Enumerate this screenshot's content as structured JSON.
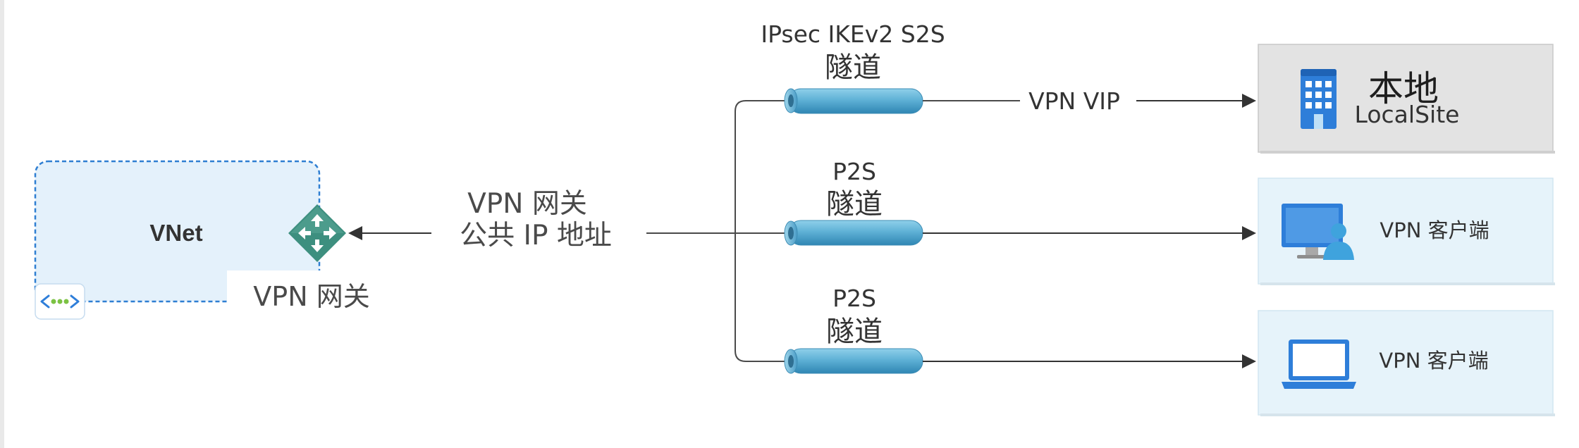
{
  "diagram": {
    "vnet": {
      "label": "VNet",
      "fill": "#e4f1fb",
      "border": "#2f7fd2"
    },
    "gateway": {
      "label": "VPN 网关",
      "icon": "gateway-arrows-icon",
      "color": "#3d8f7f"
    },
    "public_ip": {
      "line1": "VPN 网关",
      "line2": "公共 IP 地址"
    },
    "tunnels": [
      {
        "line1": "IPsec IKEv2 S2S",
        "line2": "隧道"
      },
      {
        "line1": "P2S",
        "line2": "隧道"
      },
      {
        "line1": "P2S",
        "line2": "隧道"
      }
    ],
    "vpn_vip": {
      "label": "VPN VIP"
    },
    "local_site": {
      "title": "本地",
      "subtitle": "LocalSite",
      "icon": "building-icon",
      "fill": "#e3e3e3"
    },
    "clients": [
      {
        "label": "VPN 客户端",
        "icon": "desktop-user-icon",
        "fill": "#e6f3fa"
      },
      {
        "label": "VPN 客户端",
        "icon": "laptop-icon",
        "fill": "#e6f3fa"
      }
    ],
    "colors": {
      "tube": "#5fb1d6",
      "line": "#4a4a4a",
      "icon_blue": "#2e7ed9"
    }
  }
}
